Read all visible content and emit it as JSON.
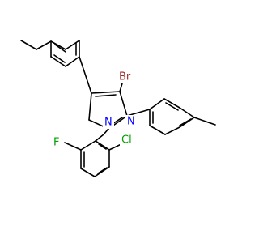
{
  "molecule": {
    "atoms": [
      {
        "id": "Br",
        "text": "Br",
        "color": "#a52a2a"
      },
      {
        "id": "N1",
        "text": "N",
        "color": "#0000ff"
      },
      {
        "id": "N2",
        "text": "N",
        "color": "#0000ff"
      },
      {
        "id": "F",
        "text": "F",
        "color": "#00a000"
      },
      {
        "id": "Cl",
        "text": "Cl",
        "color": "#00a000"
      }
    ]
  }
}
